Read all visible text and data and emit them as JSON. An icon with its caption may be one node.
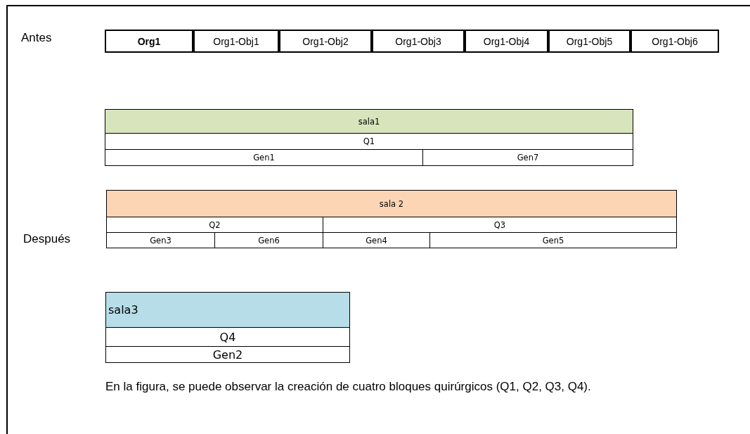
{
  "diagram": {
    "caption": "En la figura, se puede observar la creación de cuatro bloques quirúrgicos (Q1, Q2, Q3, Q4).",
    "nodes": [
      {
        "text": [
          "Org1"
        ]
      },
      {
        "text": [
          "Org1-Obj1"
        ]
      },
      {
        "text": [
          "Org1-Obj2"
        ]
      },
      {
        "text": [
          "Org1-Obj3"
        ]
      },
      {
        "text": [
          "Org1-Obj4"
        ]
      },
      {
        "text": [
          "Org1-Obj5"
        ]
      },
      {
        "text": [
          "Org1-Obj6"
        ]
      },
      {
        "text": [
          "sala1"
        ]
      },
      {
        "text": [
          "Q1"
        ]
      },
      {
        "text": [
          "Gen1"
        ]
      },
      {
        "text": [
          "Gen7"
        ]
      },
      {
        "text": [
          "sala 2"
        ]
      },
      {
        "text": [
          "Q2"
        ]
      },
      {
        "text": [
          "Q3"
        ]
      },
      {
        "text": [
          "Gen3"
        ]
      },
      {
        "text": [
          "Gen6"
        ]
      },
      {
        "text": [
          "Gen4"
        ]
      },
      {
        "text": [
          "Gen5"
        ]
      },
      {
        "text": [
          "sala3"
        ]
      },
      {
        "text": [
          "Q4"
        ]
      },
      {
        "text": [
          "Gen2"
        ]
      }
    ],
    "labels": [
      "Antes",
      "Después"
    ]
  }
}
